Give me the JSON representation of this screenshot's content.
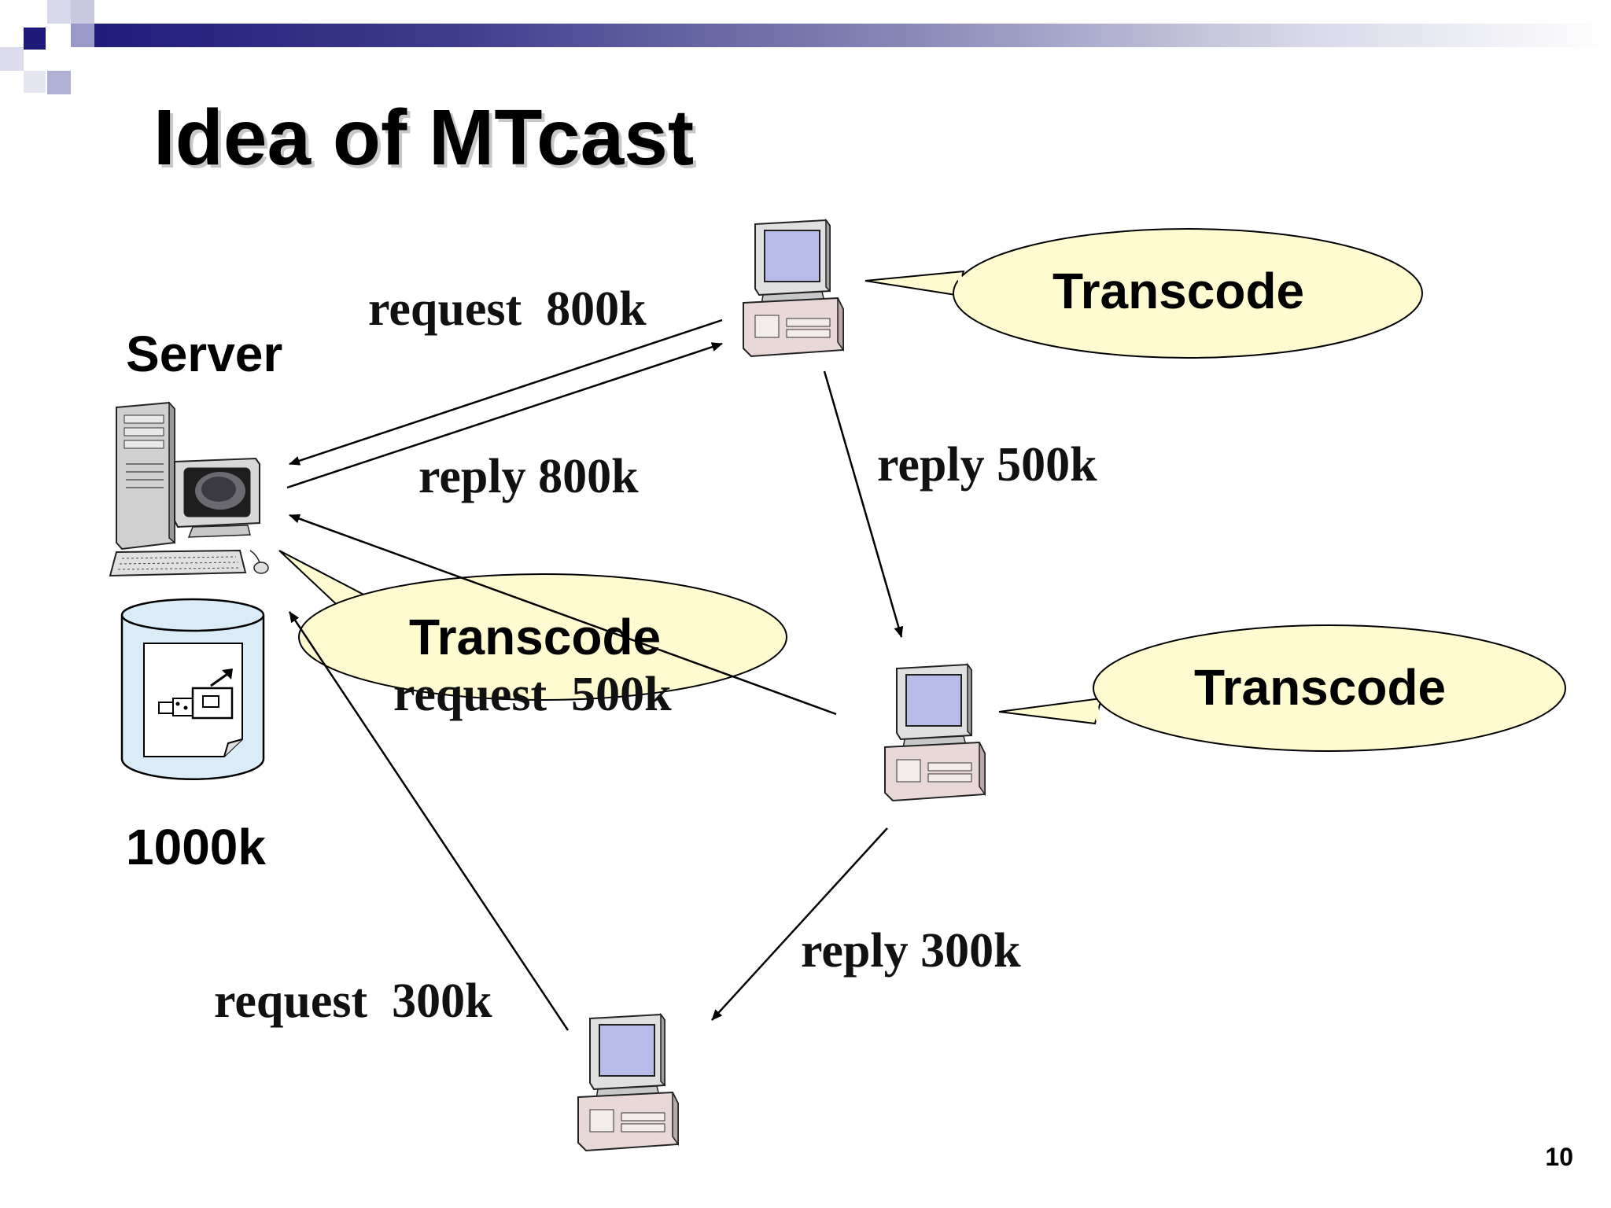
{
  "slide": {
    "title": "Idea of MTcast",
    "page_number": "10"
  },
  "server": {
    "label": "Server",
    "storage_label": "1000k"
  },
  "bubbles": {
    "top_right": "Transcode",
    "middle_right": "Transcode",
    "server": "Transcode"
  },
  "edges": {
    "request_800": "request  800k",
    "reply_800": "reply 800k",
    "reply_500": "reply 500k",
    "request_500": "request  500k",
    "reply_300": "reply 300k",
    "request_300": "request  300k"
  },
  "icons": {
    "server": "server-computer-icon",
    "storage": "video-database-icon",
    "client_a": "client-computer-icon",
    "client_b": "client-computer-icon",
    "client_c": "client-computer-icon"
  },
  "colors": {
    "bubble_fill": "#fffbd0",
    "header_dark": "#1e1a7a",
    "monitor_screen": "#b8bce8",
    "storage_fill": "#d9ecf8"
  }
}
